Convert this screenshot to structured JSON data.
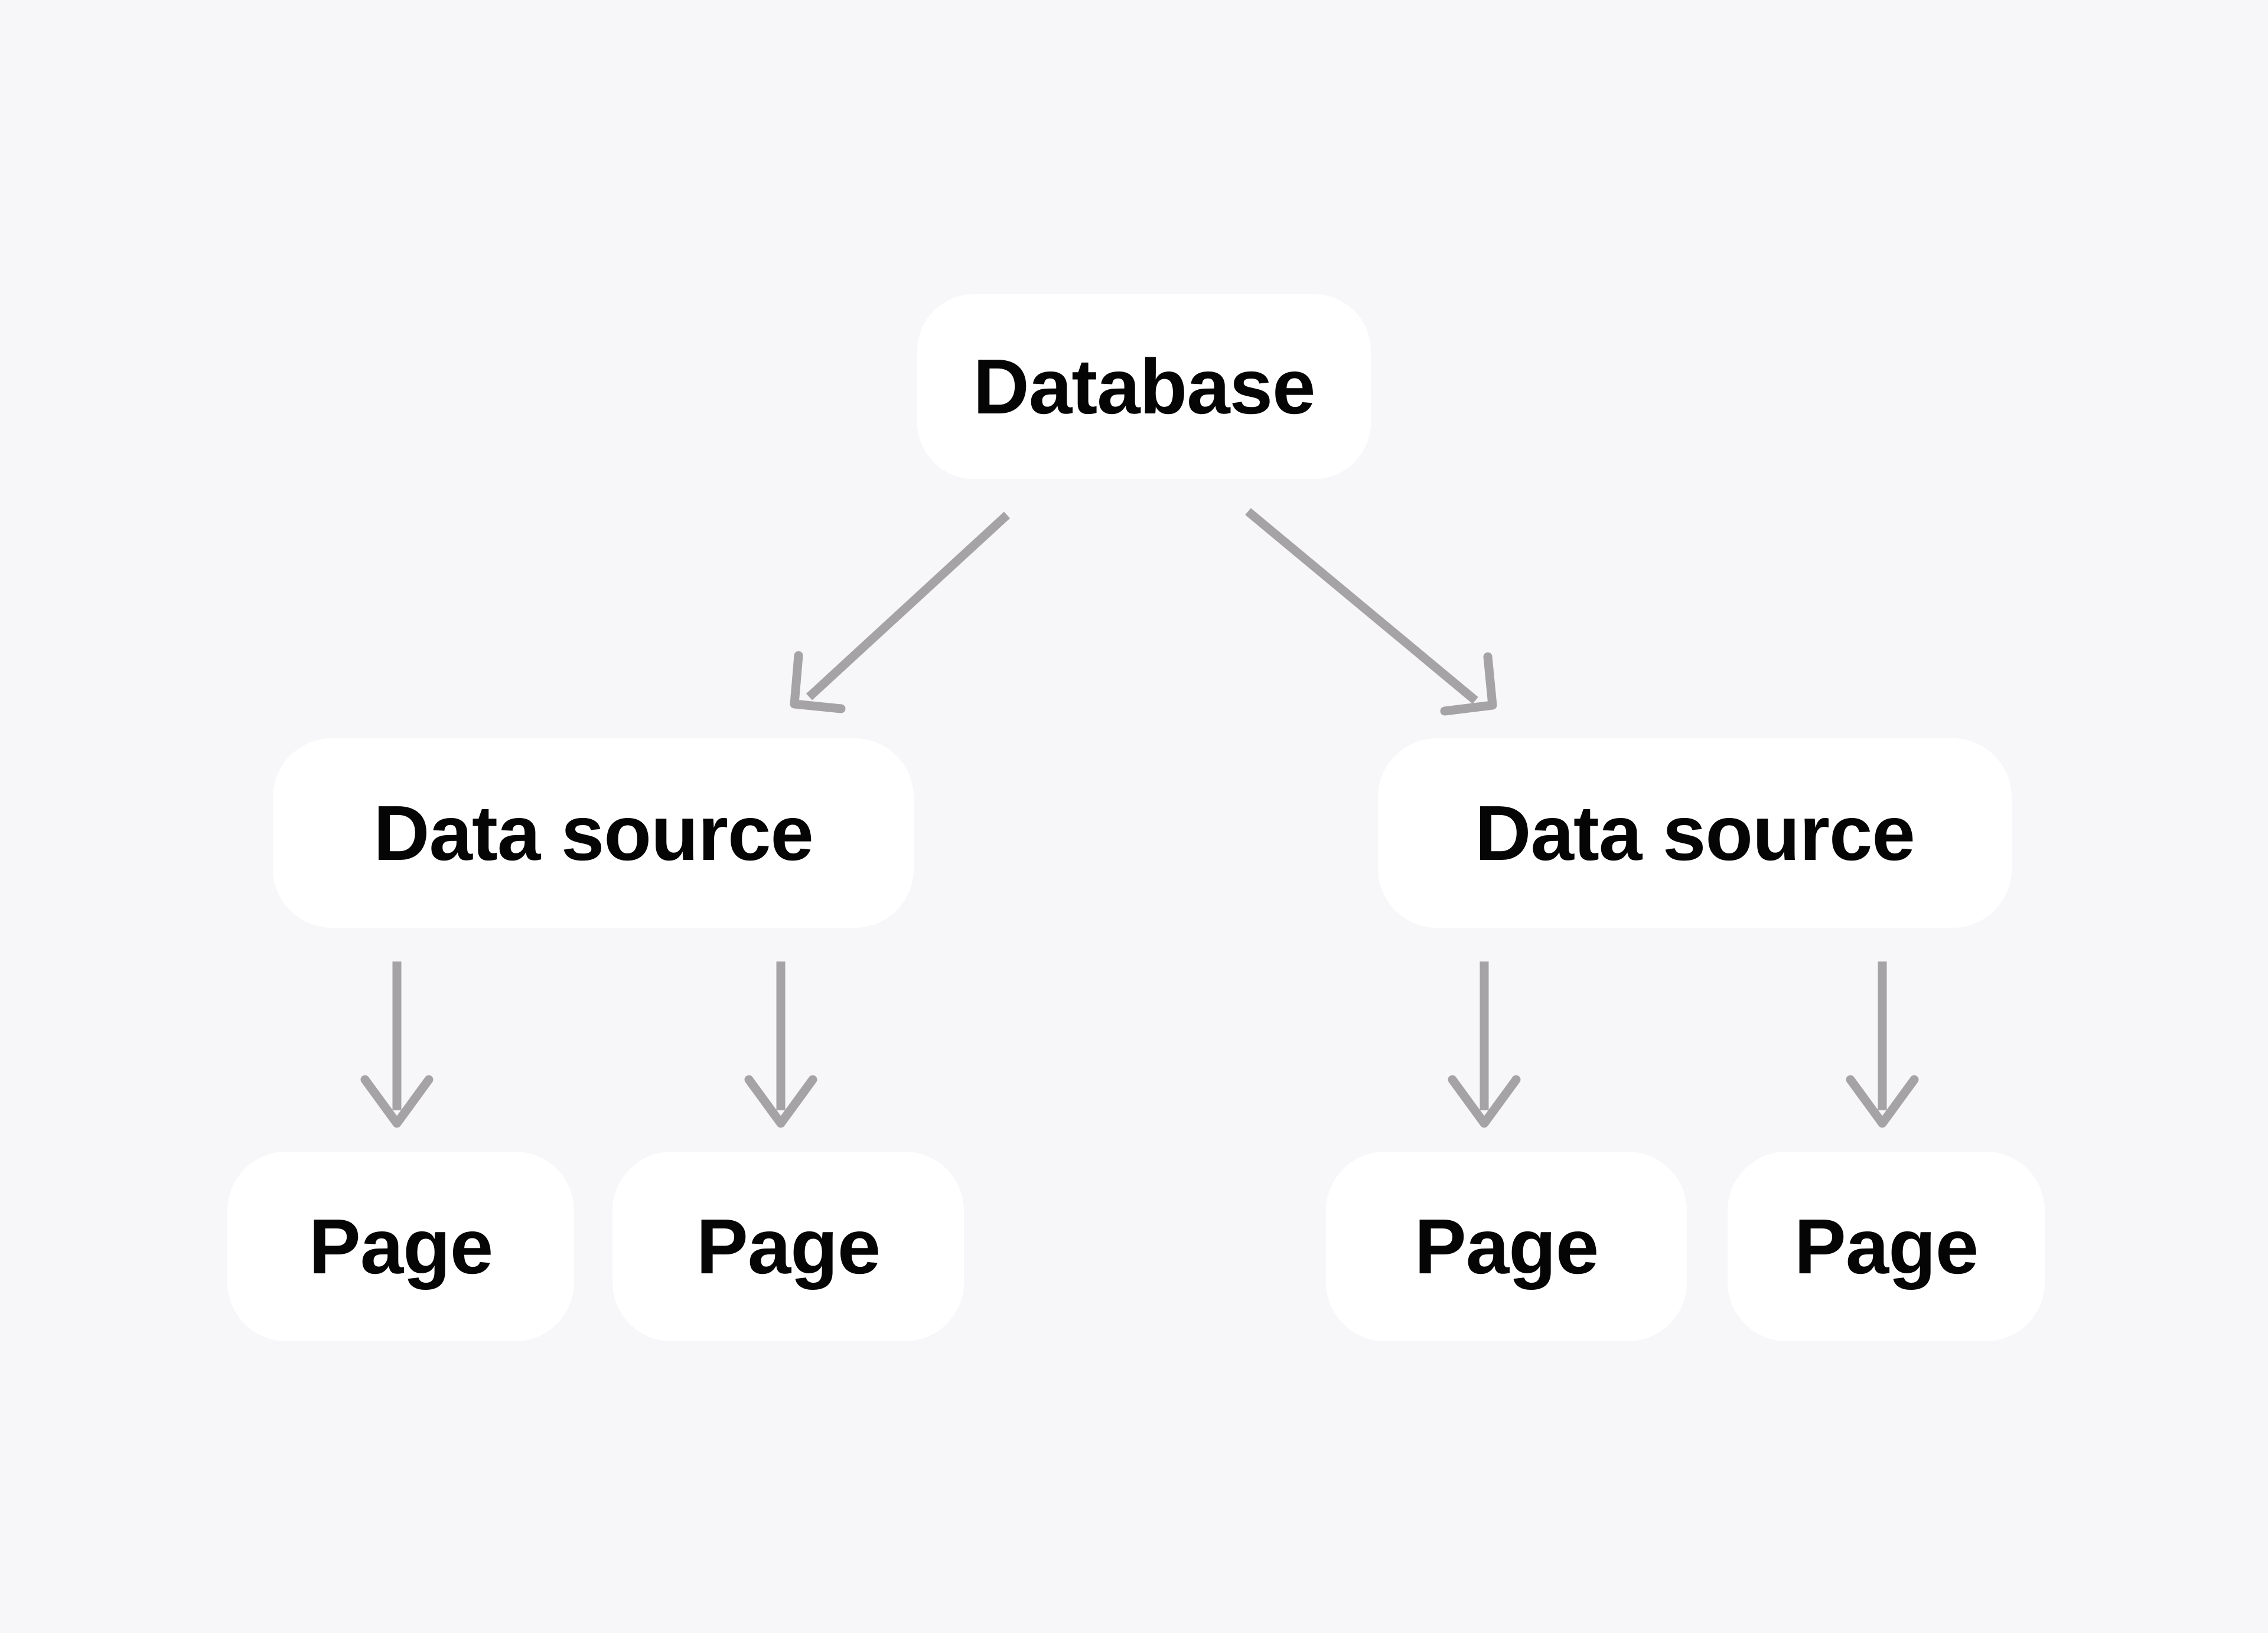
{
  "diagram": {
    "type": "hierarchy-tree",
    "background_color": "#f7f6f8",
    "node_fill_color": "#ffffff",
    "node_text_color": "#050505",
    "edge_color": "#a5a3a6",
    "levels": 3,
    "root": {
      "id": "database",
      "label": "Database"
    },
    "data_sources": [
      {
        "id": "datasource-left",
        "label": "Data source"
      },
      {
        "id": "datasource-right",
        "label": "Data source"
      }
    ],
    "pages": [
      {
        "id": "page-1",
        "label": "Page",
        "parent": "datasource-left"
      },
      {
        "id": "page-2",
        "label": "Page",
        "parent": "datasource-left"
      },
      {
        "id": "page-3",
        "label": "Page",
        "parent": "datasource-right"
      },
      {
        "id": "page-4",
        "label": "Page",
        "parent": "datasource-right"
      }
    ],
    "edges": [
      {
        "id": "edge-database-to-datasource-left",
        "from": "database",
        "to": "datasource-left",
        "direction": "diagonal-down-left"
      },
      {
        "id": "edge-database-to-datasource-right",
        "from": "database",
        "to": "datasource-right",
        "direction": "diagonal-down-right"
      },
      {
        "id": "edge-datasource-left-to-page-1",
        "from": "datasource-left",
        "to": "page-1",
        "direction": "down"
      },
      {
        "id": "edge-datasource-left-to-page-2",
        "from": "datasource-left",
        "to": "page-2",
        "direction": "down"
      },
      {
        "id": "edge-datasource-right-to-page-3",
        "from": "datasource-right",
        "to": "page-3",
        "direction": "down"
      },
      {
        "id": "edge-datasource-right-to-page-4",
        "from": "datasource-right",
        "to": "page-4",
        "direction": "down"
      }
    ]
  }
}
